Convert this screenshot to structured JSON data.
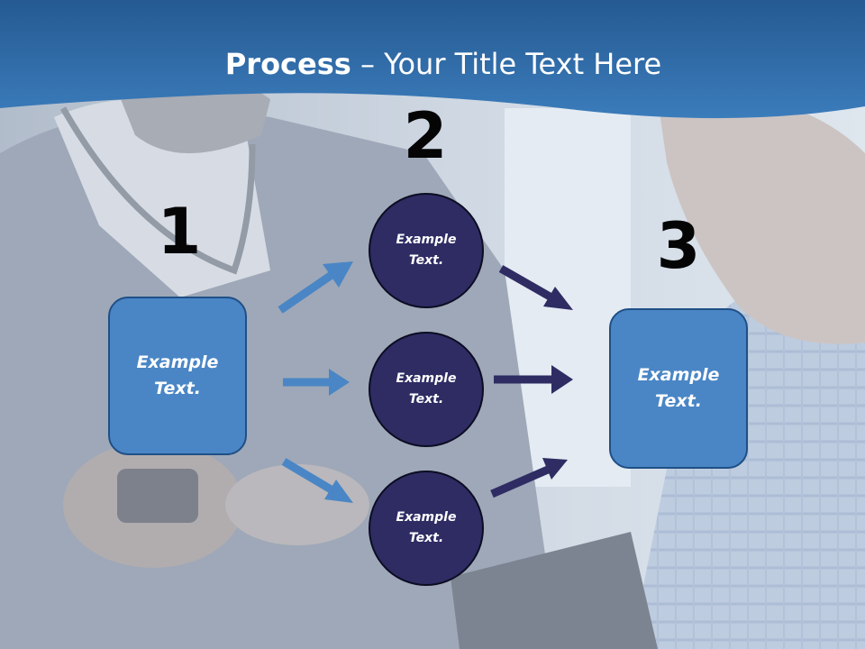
{
  "title": {
    "bold": "Process",
    "rest": " – Your Title Text Here"
  },
  "steps": [
    {
      "number": "1",
      "text": "Example Text."
    },
    {
      "number": "2",
      "items": [
        "Example Text.",
        "Example Text.",
        "Example Text."
      ]
    },
    {
      "number": "3",
      "text": "Example Text."
    }
  ],
  "colors": {
    "header_band": "#2f6aa6",
    "box_fill": "#4a86c5",
    "circle_fill": "#2e2c63",
    "arrow_light": "#4a86c5",
    "arrow_dark": "#2e2c63"
  }
}
